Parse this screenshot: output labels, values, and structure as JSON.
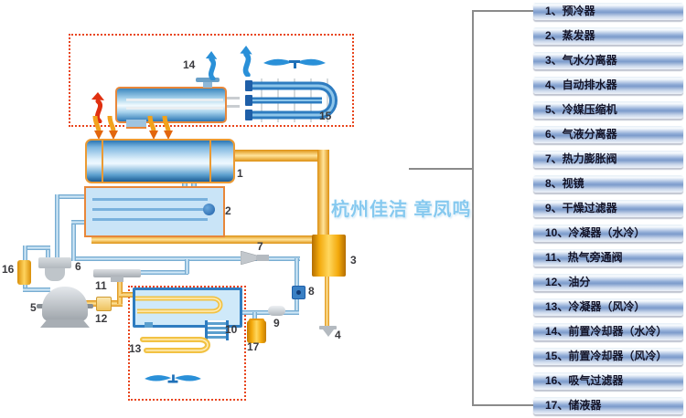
{
  "legend": {
    "items": [
      {
        "text": "1、预冷器"
      },
      {
        "text": "2、蒸发器"
      },
      {
        "text": "3、气水分离器"
      },
      {
        "text": "4、自动排水器"
      },
      {
        "text": "5、冷媒压缩机"
      },
      {
        "text": "6、气液分离器"
      },
      {
        "text": "7、热力膨胀阀"
      },
      {
        "text": "8、视镜"
      },
      {
        "text": "9、干燥过滤器"
      },
      {
        "text": "10、冷凝器（水冷）"
      },
      {
        "text": "11、热气旁通阀"
      },
      {
        "text": "12、油分"
      },
      {
        "text": "13、冷凝器（风冷）"
      },
      {
        "text": "14、前置冷却器（水冷）"
      },
      {
        "text": "15、前置冷却器（风冷）"
      },
      {
        "text": "16、吸气过滤器"
      },
      {
        "text": "17、储液器"
      }
    ]
  },
  "diagram": {
    "callouts": [
      "1",
      "2",
      "3",
      "4",
      "5",
      "6",
      "7",
      "8",
      "9",
      "10",
      "11",
      "12",
      "13",
      "14",
      "15",
      "16",
      "17"
    ]
  },
  "watermark": {
    "text": "杭州佳洁 章凤鸣"
  },
  "icons": {
    "fan-icon": "propeller-blades",
    "hot-air-arrow-icon": "red-wavy-arrow-up",
    "exhaust-air-arrow-icon": "blue-wavy-arrow-up",
    "air-inlet-arrows-icon": "yellow-curved-arrows-down"
  },
  "colors": {
    "dashed_box_red": "#e8451c",
    "pipe_yellow": "#f2b23a",
    "pipe_blue": "#9cc8e8",
    "vessel_orange_outline": "#e8873a",
    "gold_vessel": "#f3a90c",
    "legend_bar_blue": "#8fabd6",
    "watermark_blue": "#86c9ef",
    "component_gray": "#b4bac0"
  }
}
